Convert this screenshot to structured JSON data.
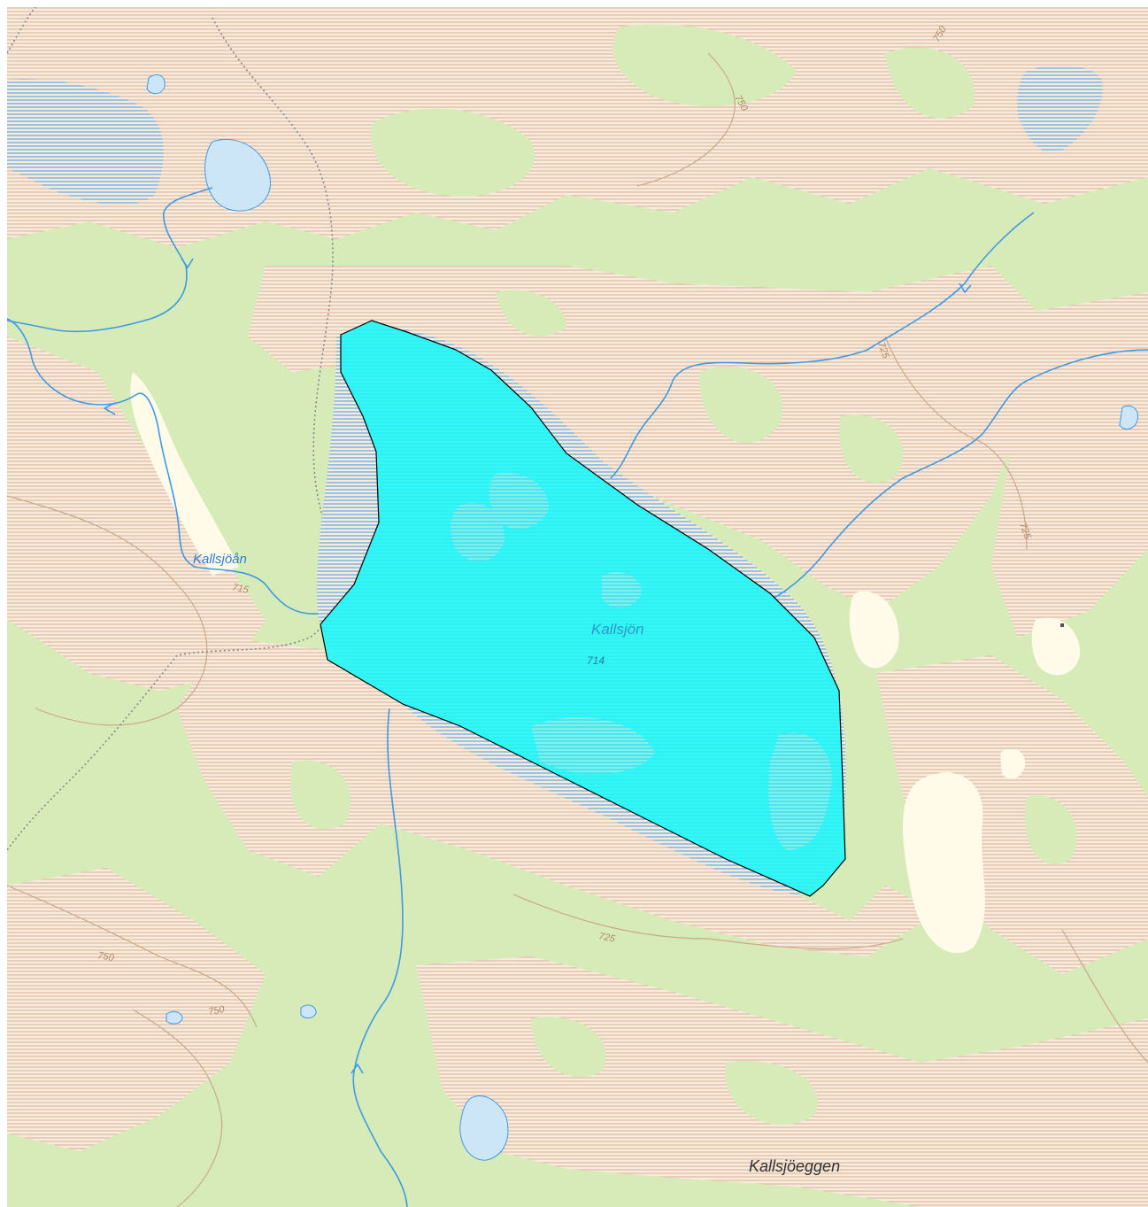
{
  "map": {
    "labels": {
      "river": "Kallsjöån",
      "lake": "Kallsjön",
      "lake_elevation": "714",
      "ridge": "Kallsjöeggen"
    },
    "contour_labels": [
      "715",
      "725",
      "750",
      "750",
      "750",
      "750",
      "725",
      "725"
    ],
    "colors": {
      "forest": "#d6ebb8",
      "open_land": "#f6ead8",
      "marsh_hatch": "#d9a58f",
      "water": "#cde6f7",
      "water_line": "#3f9ae6",
      "highlight_fill": "#1ff7f7",
      "highlight_stroke": "#000000",
      "clearing": "#fffbe8",
      "contour": "#c9a98a",
      "path": "#888888"
    },
    "highlight": {
      "feature": "Kallsjön"
    }
  }
}
